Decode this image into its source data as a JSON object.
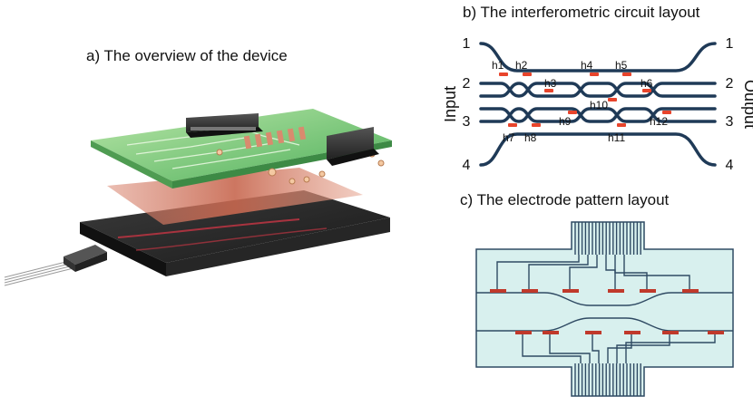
{
  "panel_a": {
    "title": "a) The overview of the device"
  },
  "panel_b": {
    "title": "b) The interferometric circuit layout",
    "input_label": "Input",
    "output_label": "Output",
    "port_labels_in": [
      "1",
      "2",
      "3",
      "4"
    ],
    "port_labels_out": [
      "1",
      "2",
      "3",
      "4"
    ],
    "heaters": [
      "h1",
      "h2",
      "h3",
      "h4",
      "h5",
      "h6",
      "h7",
      "h8",
      "h9",
      "h10",
      "h11",
      "h12"
    ],
    "colors": {
      "waveguide": "#1f3a57",
      "heater": "#e8442b"
    }
  },
  "panel_c": {
    "title": "c) The electrode pattern layout",
    "colors": {
      "background": "#d8f0ee",
      "wire": "#2f4a63",
      "pad": "#c0392b"
    }
  }
}
